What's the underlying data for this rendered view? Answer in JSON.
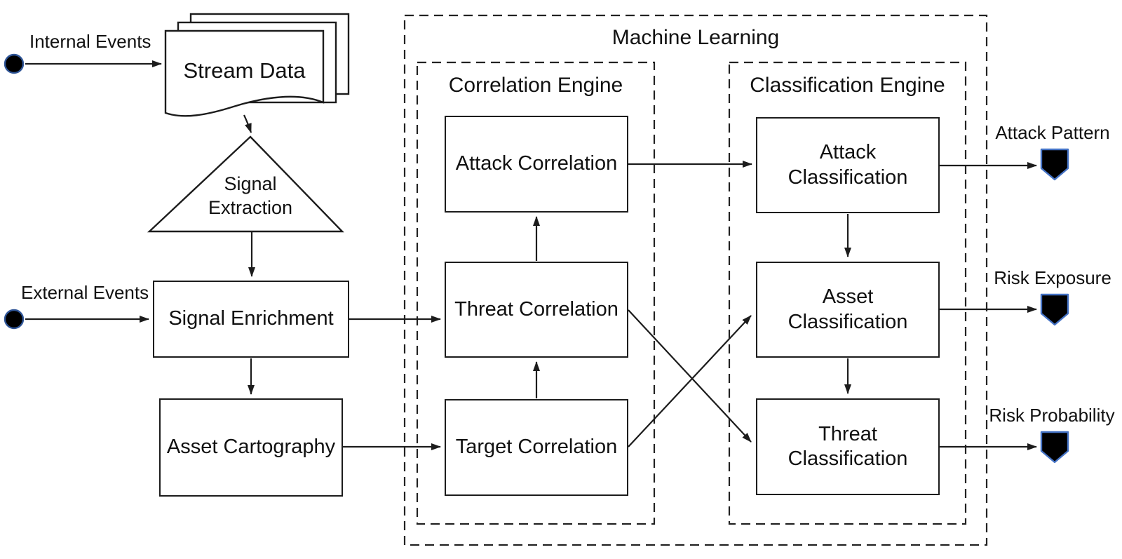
{
  "diagram_title": "Machine Learning",
  "groups": {
    "machine_learning": {
      "label": "Machine Learning"
    },
    "correlation_engine": {
      "label": "Correlation Engine"
    },
    "classification_engine": {
      "label": "Classification Engine"
    }
  },
  "inputs": {
    "internal_events": {
      "label": "Internal Events",
      "icon": "start-node-circle"
    },
    "external_events": {
      "label": "External Events",
      "icon": "start-node-circle"
    }
  },
  "nodes": {
    "stream_data": {
      "label": "Stream Data",
      "shape": "document-stack"
    },
    "signal_extraction": {
      "label": "Signal Extraction",
      "shape": "triangle"
    },
    "signal_enrichment": {
      "label": "Signal Enrichment",
      "shape": "rectangle"
    },
    "asset_cartography": {
      "label": "Asset Cartography",
      "shape": "rectangle"
    },
    "attack_correlation": {
      "label": "Attack Correlation",
      "shape": "rectangle",
      "group": "Correlation Engine"
    },
    "threat_correlation": {
      "label": "Threat Correlation",
      "shape": "rectangle",
      "group": "Correlation Engine"
    },
    "target_correlation": {
      "label": "Target Correlation",
      "shape": "rectangle",
      "group": "Correlation Engine"
    },
    "attack_classification": {
      "label": "Attack Classification",
      "shape": "rectangle",
      "group": "Classification Engine"
    },
    "asset_classification": {
      "label": "Asset Classification",
      "shape": "rectangle",
      "group": "Classification Engine"
    },
    "threat_classification": {
      "label": "Threat Classification",
      "shape": "rectangle",
      "group": "Classification Engine"
    }
  },
  "outputs": {
    "attack_pattern": {
      "label": "Attack Pattern",
      "icon": "shield"
    },
    "risk_exposure": {
      "label": "Risk Exposure",
      "icon": "shield"
    },
    "risk_probability": {
      "label": "Risk Probability",
      "icon": "shield"
    }
  },
  "edges": [
    {
      "from": "internal_events",
      "to": "stream_data"
    },
    {
      "from": "stream_data",
      "to": "signal_extraction"
    },
    {
      "from": "signal_extraction",
      "to": "signal_enrichment"
    },
    {
      "from": "external_events",
      "to": "signal_enrichment"
    },
    {
      "from": "signal_enrichment",
      "to": "asset_cartography"
    },
    {
      "from": "signal_enrichment",
      "to": "threat_correlation"
    },
    {
      "from": "asset_cartography",
      "to": "target_correlation"
    },
    {
      "from": "target_correlation",
      "to": "threat_correlation"
    },
    {
      "from": "threat_correlation",
      "to": "attack_correlation"
    },
    {
      "from": "attack_correlation",
      "to": "attack_classification"
    },
    {
      "from": "threat_correlation",
      "to": "threat_classification"
    },
    {
      "from": "target_correlation",
      "to": "asset_classification"
    },
    {
      "from": "attack_classification",
      "to": "asset_classification"
    },
    {
      "from": "asset_classification",
      "to": "threat_classification"
    },
    {
      "from": "attack_classification",
      "to": "attack_pattern"
    },
    {
      "from": "asset_classification",
      "to": "risk_exposure"
    },
    {
      "from": "threat_classification",
      "to": "risk_probability"
    }
  ],
  "colors": {
    "line": "#1c1c1c",
    "background": "#ffffff",
    "shield_fill": "#000000",
    "shield_border": "#4472c4",
    "start_node_fill": "#000000",
    "start_node_border": "#2f5597"
  }
}
